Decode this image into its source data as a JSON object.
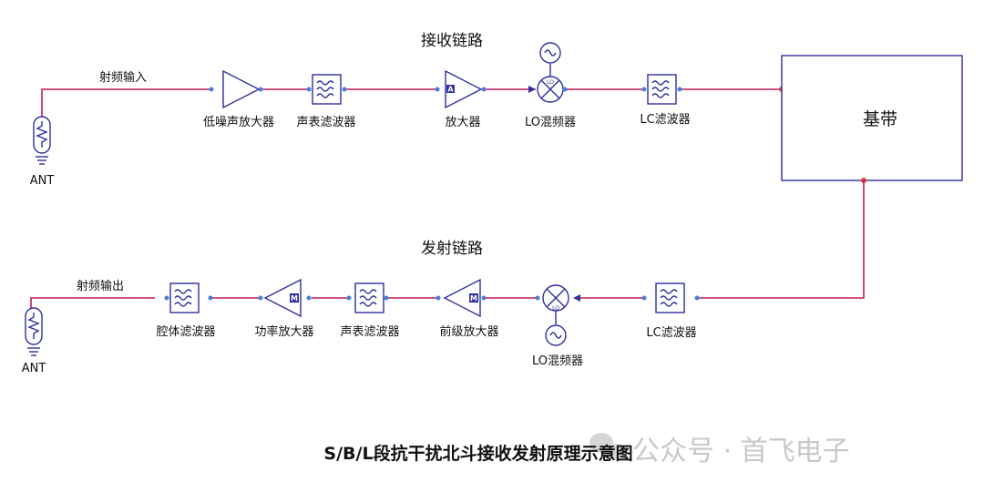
{
  "rx": {
    "title": "接收链路",
    "input_label": "射频输入",
    "antenna": "ANT",
    "lna": "低噪声放大器",
    "saw": "声表滤波器",
    "amp": "放大器",
    "mixer": "LO混频器",
    "lc": "LC滤波器"
  },
  "baseband": {
    "label": "基带"
  },
  "tx": {
    "title": "发射链路",
    "output_label": "射频输出",
    "antenna": "ANT",
    "cavity": "腔体滤波器",
    "pa": "功率放大器",
    "saw": "声表滤波器",
    "pre_amp": "前级放大器",
    "mixer": "LO混频器",
    "lc": "LC滤波器"
  },
  "symbols": {
    "lo": "LO",
    "amp_tag_a": "A",
    "amp_tag_m": "M"
  },
  "footer": {
    "title": "S/B/L段抗干扰北斗接收发射原理示意图",
    "watermark": "公众号 · 首飞电子"
  },
  "colors": {
    "wire": "#c2185b",
    "component": "#2f2f9e",
    "pin": "#4a7fd6"
  }
}
